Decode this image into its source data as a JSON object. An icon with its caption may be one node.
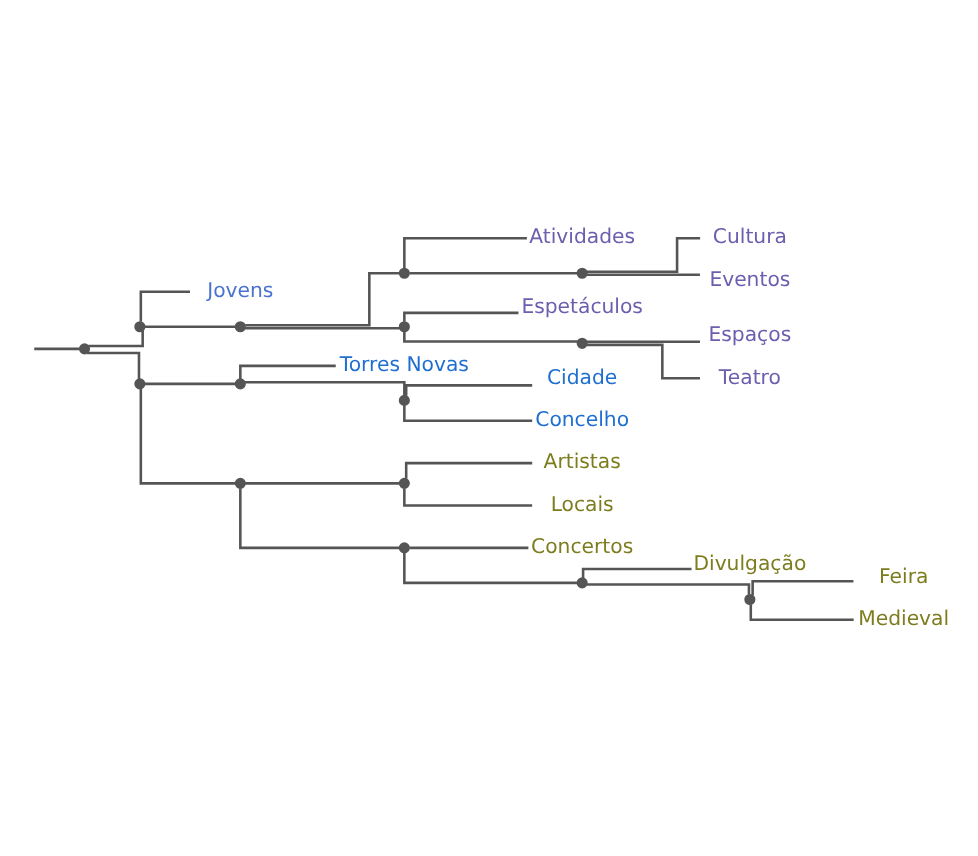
{
  "diagram": {
    "nodes": [
      {
        "text": [],
        "shape": "point"
      },
      {
        "text": [],
        "shape": "point"
      },
      {
        "text": [],
        "shape": "point"
      },
      {
        "text": [],
        "shape": "point"
      },
      {
        "text": [],
        "shape": "point"
      },
      {
        "text": [],
        "shape": "point"
      },
      {
        "text": [],
        "shape": "point"
      },
      {
        "text": [],
        "shape": "point"
      },
      {
        "text": [],
        "shape": "point"
      },
      {
        "text": [],
        "shape": "point"
      },
      {
        "text": [],
        "shape": "point"
      },
      {
        "text": [],
        "shape": "point"
      },
      {
        "text": [],
        "shape": "point"
      },
      {
        "text": [],
        "shape": "point"
      },
      {
        "text": [],
        "shape": "point"
      },
      {
        "text": [
          "Jovens"
        ]
      },
      {
        "text": [
          "Atividades"
        ]
      },
      {
        "text": [
          "Cultura"
        ]
      },
      {
        "text": [
          "Eventos"
        ]
      },
      {
        "text": [
          "Espetáculos"
        ]
      },
      {
        "text": [
          "Espaços"
        ]
      },
      {
        "text": [
          "Teatro"
        ]
      },
      {
        "text": [
          "Torres Novas"
        ]
      },
      {
        "text": [
          "Cidade"
        ]
      },
      {
        "text": [
          "Concelho"
        ]
      },
      {
        "text": [
          "Artistas"
        ]
      },
      {
        "text": [
          "Locais"
        ]
      },
      {
        "text": [
          "Concertos"
        ]
      },
      {
        "text": [
          "Divulgação"
        ]
      },
      {
        "text": [
          "Feira"
        ]
      },
      {
        "text": [
          "Medieval"
        ]
      }
    ],
    "edges": [
      {
        "from": null,
        "to": 0,
        "arrow": "none"
      },
      {
        "from": 0,
        "to": 1,
        "arrow": "none"
      },
      {
        "from": 0,
        "to": 2,
        "arrow": "none"
      },
      {
        "from": 1,
        "to": 15,
        "arrow": "none"
      },
      {
        "from": 1,
        "to": 3,
        "arrow": "none"
      },
      {
        "from": 3,
        "to": 6,
        "arrow": "none"
      },
      {
        "from": 3,
        "to": 7,
        "arrow": "none"
      },
      {
        "from": 6,
        "to": 16,
        "arrow": "none"
      },
      {
        "from": 6,
        "to": 10,
        "arrow": "none"
      },
      {
        "from": 10,
        "to": 17,
        "arrow": "none"
      },
      {
        "from": 10,
        "to": 18,
        "arrow": "none"
      },
      {
        "from": 7,
        "to": 19,
        "arrow": "none"
      },
      {
        "from": 7,
        "to": 11,
        "arrow": "none"
      },
      {
        "from": 11,
        "to": 20,
        "arrow": "none"
      },
      {
        "from": 11,
        "to": 21,
        "arrow": "none"
      },
      {
        "from": 2,
        "to": 4,
        "arrow": "none"
      },
      {
        "from": 2,
        "to": 5,
        "arrow": "none"
      },
      {
        "from": 4,
        "to": 22,
        "arrow": "none"
      },
      {
        "from": 4,
        "to": 12,
        "arrow": "none"
      },
      {
        "from": 12,
        "to": 23,
        "arrow": "none"
      },
      {
        "from": 12,
        "to": 24,
        "arrow": "none"
      },
      {
        "from": 5,
        "to": 8,
        "arrow": "none"
      },
      {
        "from": 5,
        "to": 9,
        "arrow": "none"
      },
      {
        "from": 8,
        "to": 25,
        "arrow": "none"
      },
      {
        "from": 8,
        "to": 26,
        "arrow": "none"
      },
      {
        "from": 9,
        "to": 27,
        "arrow": "none"
      },
      {
        "from": 9,
        "to": 13,
        "arrow": "none"
      },
      {
        "from": 13,
        "to": 28,
        "arrow": "none"
      },
      {
        "from": 13,
        "to": 14,
        "arrow": "none"
      },
      {
        "from": 14,
        "to": 29,
        "arrow": "none"
      },
      {
        "from": 14,
        "to": 30,
        "arrow": "none"
      }
    ]
  }
}
